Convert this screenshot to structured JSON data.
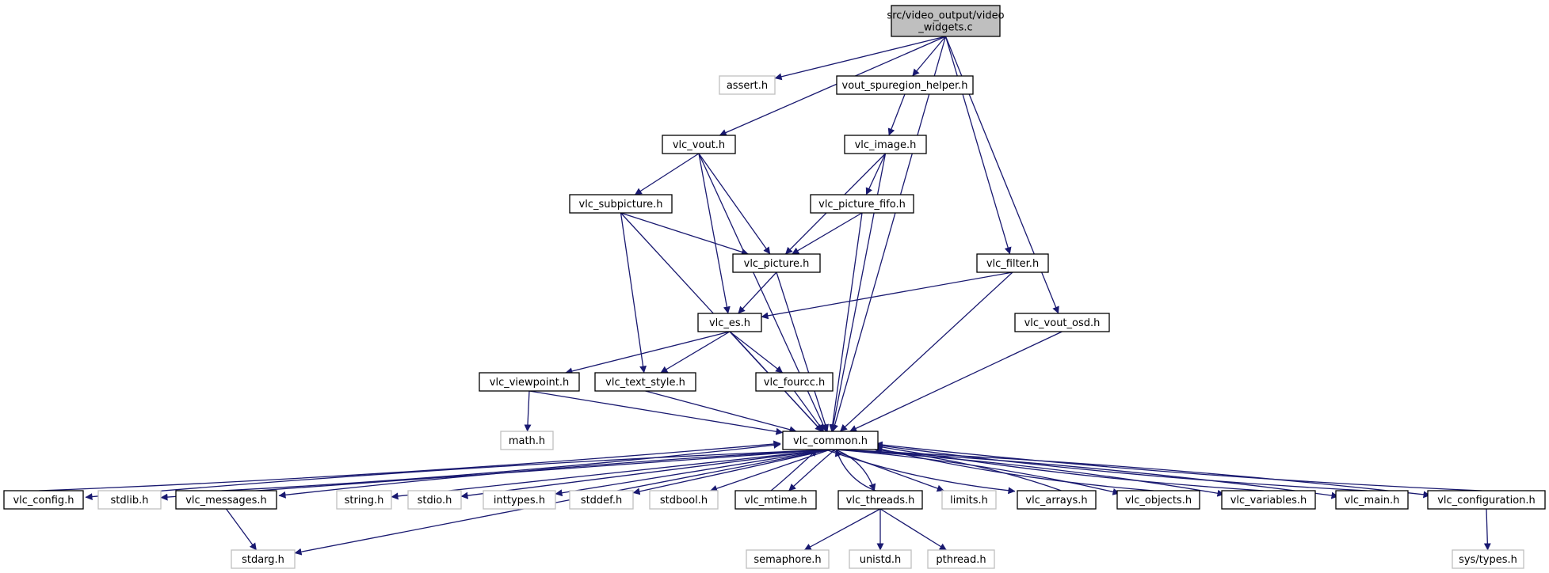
{
  "diagram": {
    "colors": {
      "edge": "#191970",
      "root_fill": "#bfbfbf",
      "node_border": "#000000",
      "external_border": "#bfbfbf"
    },
    "nodes": [
      {
        "id": "root",
        "lines": [
          "src/video_output/video",
          "_widgets.c"
        ],
        "kind": "root"
      },
      {
        "id": "assert",
        "lines": [
          "assert.h"
        ],
        "kind": "external"
      },
      {
        "id": "vout_spuregion_helper",
        "lines": [
          "vout_spuregion_helper.h"
        ],
        "kind": "internal"
      },
      {
        "id": "vlc_vout",
        "lines": [
          "vlc_vout.h"
        ],
        "kind": "internal"
      },
      {
        "id": "vlc_image",
        "lines": [
          "vlc_image.h"
        ],
        "kind": "internal"
      },
      {
        "id": "vlc_subpicture",
        "lines": [
          "vlc_subpicture.h"
        ],
        "kind": "internal"
      },
      {
        "id": "vlc_picture_fifo",
        "lines": [
          "vlc_picture_fifo.h"
        ],
        "kind": "internal"
      },
      {
        "id": "vlc_picture",
        "lines": [
          "vlc_picture.h"
        ],
        "kind": "internal"
      },
      {
        "id": "vlc_filter",
        "lines": [
          "vlc_filter.h"
        ],
        "kind": "internal"
      },
      {
        "id": "vlc_es",
        "lines": [
          "vlc_es.h"
        ],
        "kind": "internal"
      },
      {
        "id": "vlc_vout_osd",
        "lines": [
          "vlc_vout_osd.h"
        ],
        "kind": "internal"
      },
      {
        "id": "vlc_viewpoint",
        "lines": [
          "vlc_viewpoint.h"
        ],
        "kind": "internal"
      },
      {
        "id": "vlc_text_style",
        "lines": [
          "vlc_text_style.h"
        ],
        "kind": "internal"
      },
      {
        "id": "vlc_fourcc",
        "lines": [
          "vlc_fourcc.h"
        ],
        "kind": "internal"
      },
      {
        "id": "math",
        "lines": [
          "math.h"
        ],
        "kind": "external"
      },
      {
        "id": "vlc_common",
        "lines": [
          "vlc_common.h"
        ],
        "kind": "internal"
      },
      {
        "id": "vlc_config",
        "lines": [
          "vlc_config.h"
        ],
        "kind": "internal"
      },
      {
        "id": "stdlib",
        "lines": [
          "stdlib.h"
        ],
        "kind": "external"
      },
      {
        "id": "vlc_messages",
        "lines": [
          "vlc_messages.h"
        ],
        "kind": "internal"
      },
      {
        "id": "string",
        "lines": [
          "string.h"
        ],
        "kind": "external"
      },
      {
        "id": "stdio",
        "lines": [
          "stdio.h"
        ],
        "kind": "external"
      },
      {
        "id": "inttypes",
        "lines": [
          "inttypes.h"
        ],
        "kind": "external"
      },
      {
        "id": "stddef",
        "lines": [
          "stddef.h"
        ],
        "kind": "external"
      },
      {
        "id": "stdbool",
        "lines": [
          "stdbool.h"
        ],
        "kind": "external"
      },
      {
        "id": "vlc_mtime",
        "lines": [
          "vlc_mtime.h"
        ],
        "kind": "internal"
      },
      {
        "id": "vlc_threads",
        "lines": [
          "vlc_threads.h"
        ],
        "kind": "internal"
      },
      {
        "id": "limits",
        "lines": [
          "limits.h"
        ],
        "kind": "external"
      },
      {
        "id": "vlc_arrays",
        "lines": [
          "vlc_arrays.h"
        ],
        "kind": "internal"
      },
      {
        "id": "vlc_objects",
        "lines": [
          "vlc_objects.h"
        ],
        "kind": "internal"
      },
      {
        "id": "vlc_variables",
        "lines": [
          "vlc_variables.h"
        ],
        "kind": "internal"
      },
      {
        "id": "vlc_main",
        "lines": [
          "vlc_main.h"
        ],
        "kind": "internal"
      },
      {
        "id": "vlc_configuration",
        "lines": [
          "vlc_configuration.h"
        ],
        "kind": "internal"
      },
      {
        "id": "stdarg",
        "lines": [
          "stdarg.h"
        ],
        "kind": "external"
      },
      {
        "id": "semaphore",
        "lines": [
          "semaphore.h"
        ],
        "kind": "external"
      },
      {
        "id": "unistd",
        "lines": [
          "unistd.h"
        ],
        "kind": "external"
      },
      {
        "id": "pthread",
        "lines": [
          "pthread.h"
        ],
        "kind": "external"
      },
      {
        "id": "sys_types",
        "lines": [
          "sys/types.h"
        ],
        "kind": "external"
      }
    ],
    "edges": [
      [
        "root",
        "assert"
      ],
      [
        "root",
        "vout_spuregion_helper"
      ],
      [
        "root",
        "vlc_vout"
      ],
      [
        "root",
        "vlc_filter"
      ],
      [
        "root",
        "vlc_vout_osd"
      ],
      [
        "root",
        "vlc_common"
      ],
      [
        "vout_spuregion_helper",
        "vlc_image"
      ],
      [
        "vlc_vout",
        "vlc_subpicture"
      ],
      [
        "vlc_vout",
        "vlc_picture"
      ],
      [
        "vlc_vout",
        "vlc_es"
      ],
      [
        "vlc_vout",
        "vlc_common"
      ],
      [
        "vlc_image",
        "vlc_picture_fifo"
      ],
      [
        "vlc_image",
        "vlc_picture"
      ],
      [
        "vlc_image",
        "vlc_common"
      ],
      [
        "vlc_subpicture",
        "vlc_picture"
      ],
      [
        "vlc_subpicture",
        "vlc_text_style"
      ],
      [
        "vlc_subpicture",
        "vlc_common"
      ],
      [
        "vlc_picture_fifo",
        "vlc_picture"
      ],
      [
        "vlc_picture_fifo",
        "vlc_common"
      ],
      [
        "vlc_picture",
        "vlc_es"
      ],
      [
        "vlc_picture",
        "vlc_common"
      ],
      [
        "vlc_filter",
        "vlc_es"
      ],
      [
        "vlc_filter",
        "vlc_common"
      ],
      [
        "vlc_vout_osd",
        "vlc_common"
      ],
      [
        "vlc_es",
        "vlc_viewpoint"
      ],
      [
        "vlc_es",
        "vlc_text_style"
      ],
      [
        "vlc_es",
        "vlc_fourcc"
      ],
      [
        "vlc_es",
        "vlc_common"
      ],
      [
        "vlc_viewpoint",
        "math"
      ],
      [
        "vlc_viewpoint",
        "vlc_common"
      ],
      [
        "vlc_text_style",
        "vlc_common"
      ],
      [
        "vlc_fourcc",
        "vlc_common"
      ],
      [
        "vlc_common",
        "vlc_config"
      ],
      [
        "vlc_config",
        "vlc_common"
      ],
      [
        "vlc_common",
        "stdlib"
      ],
      [
        "vlc_common",
        "vlc_messages"
      ],
      [
        "vlc_messages",
        "vlc_common"
      ],
      [
        "vlc_common",
        "string"
      ],
      [
        "vlc_common",
        "stdio"
      ],
      [
        "vlc_common",
        "inttypes"
      ],
      [
        "vlc_common",
        "stddef"
      ],
      [
        "vlc_common",
        "stdbool"
      ],
      [
        "vlc_common",
        "vlc_mtime"
      ],
      [
        "vlc_mtime",
        "vlc_common"
      ],
      [
        "vlc_common",
        "vlc_threads"
      ],
      [
        "vlc_threads",
        "vlc_common"
      ],
      [
        "vlc_common",
        "limits"
      ],
      [
        "vlc_common",
        "vlc_arrays"
      ],
      [
        "vlc_arrays",
        "vlc_common"
      ],
      [
        "vlc_common",
        "vlc_objects"
      ],
      [
        "vlc_objects",
        "vlc_common"
      ],
      [
        "vlc_common",
        "vlc_variables"
      ],
      [
        "vlc_variables",
        "vlc_common"
      ],
      [
        "vlc_common",
        "vlc_main"
      ],
      [
        "vlc_main",
        "vlc_common"
      ],
      [
        "vlc_common",
        "vlc_configuration"
      ],
      [
        "vlc_configuration",
        "vlc_common"
      ],
      [
        "vlc_common",
        "stdarg"
      ],
      [
        "vlc_messages",
        "stdarg"
      ],
      [
        "vlc_threads",
        "semaphore"
      ],
      [
        "vlc_threads",
        "unistd"
      ],
      [
        "vlc_threads",
        "pthread"
      ],
      [
        "vlc_configuration",
        "sys_types"
      ]
    ]
  }
}
